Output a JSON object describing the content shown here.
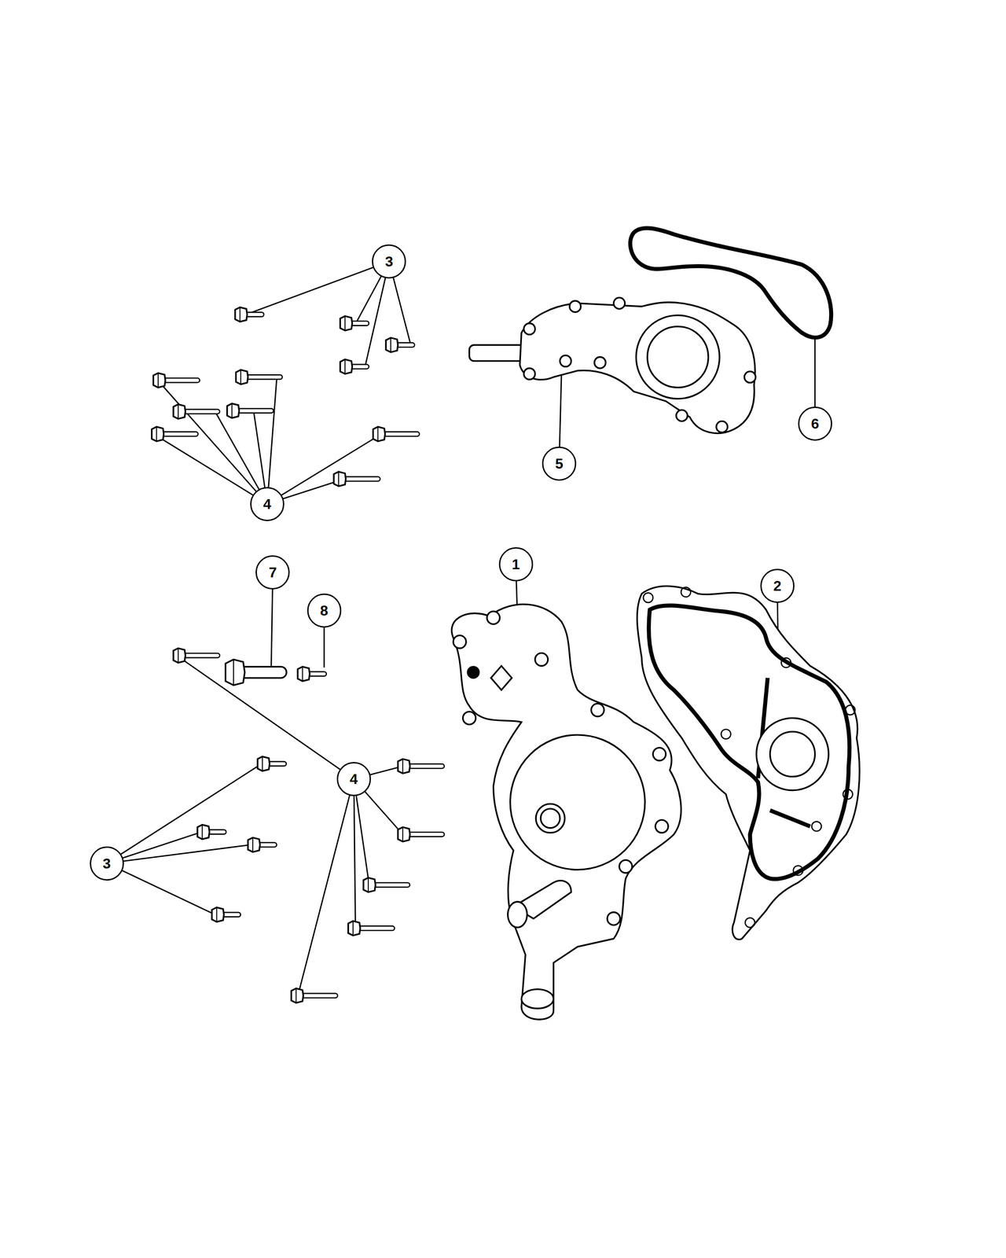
{
  "diagram": {
    "nodes": [
      {
        "text": [
          "3"
        ]
      },
      {
        "text": [
          "6"
        ]
      },
      {
        "text": [
          "5"
        ]
      },
      {
        "text": [
          "4"
        ]
      },
      {
        "text": [
          "1"
        ]
      },
      {
        "text": [
          "7"
        ]
      },
      {
        "text": [
          "2"
        ]
      },
      {
        "text": [
          "8"
        ]
      },
      {
        "text": [
          "4"
        ]
      },
      {
        "text": [
          "3"
        ]
      }
    ]
  }
}
